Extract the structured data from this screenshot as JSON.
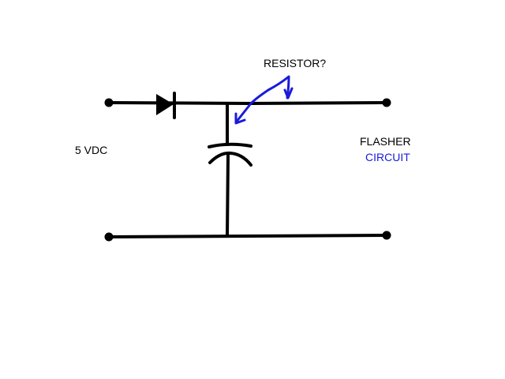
{
  "labels": {
    "supply": "5 VDC",
    "annotation": "RESISTOR?",
    "load_line1": "FLASHER",
    "load_line2": "CIRCUIT"
  },
  "colors": {
    "background": "#ffffff",
    "wire": "#000000",
    "annotation": "#1a1adc",
    "text": "#000000",
    "load_line2": "#1a1adc"
  },
  "components": [
    "diode",
    "capacitor"
  ]
}
